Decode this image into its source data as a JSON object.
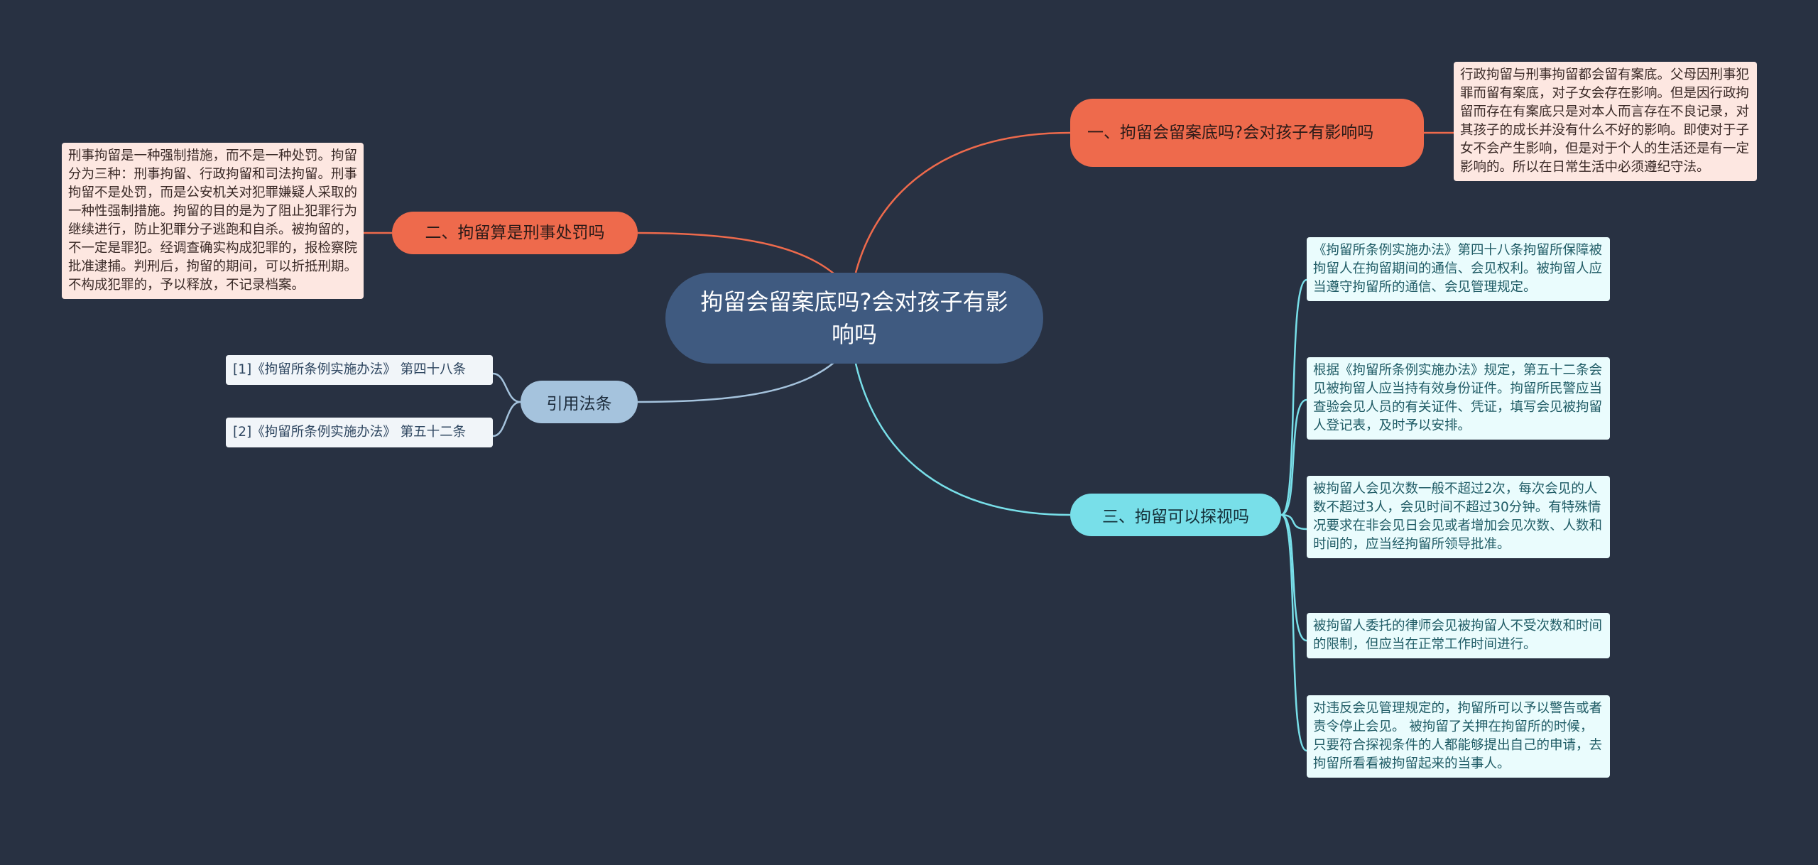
{
  "center": {
    "title": "拘留会留案底吗?会对孩子有影响吗"
  },
  "branches": {
    "b1": {
      "label": "一、拘留会留案底吗?会对孩子有影响吗",
      "leaf": "行政拘留与刑事拘留都会留有案底。父母因刑事犯罪而留有案底，对子女会存在影响。但是因行政拘留而存在有案底只是对本人而言存在不良记录，对其孩子的成长并没有什么不好的影响。即使对于子女不会产生影响，但是对于个人的生活还是有一定影响的。所以在日常生活中必须遵纪守法。"
    },
    "b2": {
      "label": "二、拘留算是刑事处罚吗",
      "leaf": "刑事拘留是一种强制措施，而不是一种处罚。拘留分为三种：刑事拘留、行政拘留和司法拘留。刑事拘留不是处罚，而是公安机关对犯罪嫌疑人采取的一种性强制措施。拘留的目的是为了阻止犯罪行为继续进行，防止犯罪分子逃跑和自杀。被拘留的，不一定是罪犯。经调查确实构成犯罪的，报检察院批准逮捕。判刑后，拘留的期间，可以折抵刑期。不构成犯罪的，予以释放，不记录档案。"
    },
    "refs": {
      "label": "引用法条",
      "items": [
        "[1]《拘留所条例实施办法》 第四十八条",
        "[2]《拘留所条例实施办法》 第五十二条"
      ]
    },
    "b3": {
      "label": "三、拘留可以探视吗",
      "leaves": [
        "《拘留所条例实施办法》第四十八条拘留所保障被拘留人在拘留期间的通信、会见权利。被拘留人应当遵守拘留所的通信、会见管理规定。",
        "根据《拘留所条例实施办法》规定，第五十二条会见被拘留人应当持有效身份证件。拘留所民警应当查验会见人员的有关证件、凭证，填写会见被拘留人登记表，及时予以安排。",
        "被拘留人会见次数一般不超过2次，每次会见的人数不超过3人，会见时间不超过30分钟。有特殊情况要求在非会见日会见或者增加会见次数、人数和时间的，应当经拘留所领导批准。",
        "被拘留人委托的律师会见被拘留人不受次数和时间的限制，但应当在正常工作时间进行。",
        "对违反会见管理规定的，拘留所可以予以警告或者责令停止会见。 被拘留了关押在拘留所的时候，只要符合探视条件的人都能够提出自己的申请，去拘留所看看被拘留起来的当事人。"
      ]
    }
  },
  "colors": {
    "background": "#283142",
    "center": "#3f5a80",
    "orange": "#ee6a4c",
    "blue": "#a5c3dd",
    "cyan": "#78dfe9"
  }
}
